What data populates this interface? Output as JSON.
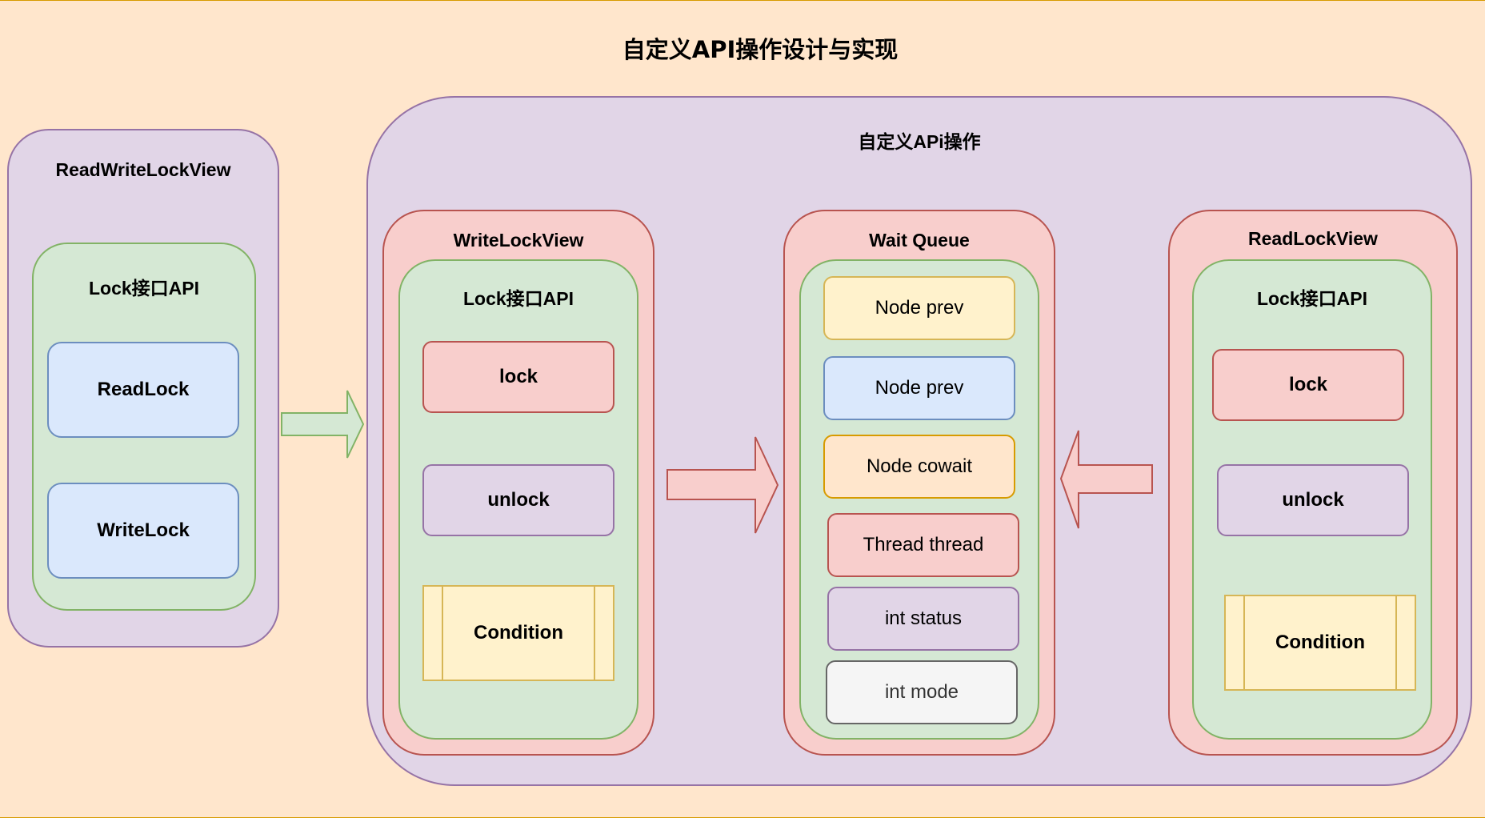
{
  "title": "自定义API操作设计与实现",
  "rwlv": {
    "title": "ReadWriteLockView",
    "api_title": "Lock接口API",
    "items": [
      "ReadLock",
      "WriteLock"
    ]
  },
  "custom": {
    "title": "自定义APi操作",
    "write": {
      "title": "WriteLockView",
      "api_title": "Lock接口API",
      "lock": "lock",
      "unlock": "unlock",
      "condition": "Condition"
    },
    "queue": {
      "title": "Wait Queue",
      "nodes": [
        "Node prev",
        "Node prev",
        "Node cowait",
        "Thread thread",
        "int status",
        "int mode"
      ]
    },
    "read": {
      "title": "ReadLockView",
      "api_title": "Lock接口API",
      "lock": "lock",
      "unlock": "unlock",
      "condition": "Condition"
    }
  },
  "colors": {
    "background": "#ffe6cc",
    "purple": "#e1d5e7",
    "red": "#f8cecc",
    "green": "#d5e8d4",
    "blue": "#dae8fc",
    "yellow": "#fff2cc",
    "gray": "#f5f5f5"
  }
}
